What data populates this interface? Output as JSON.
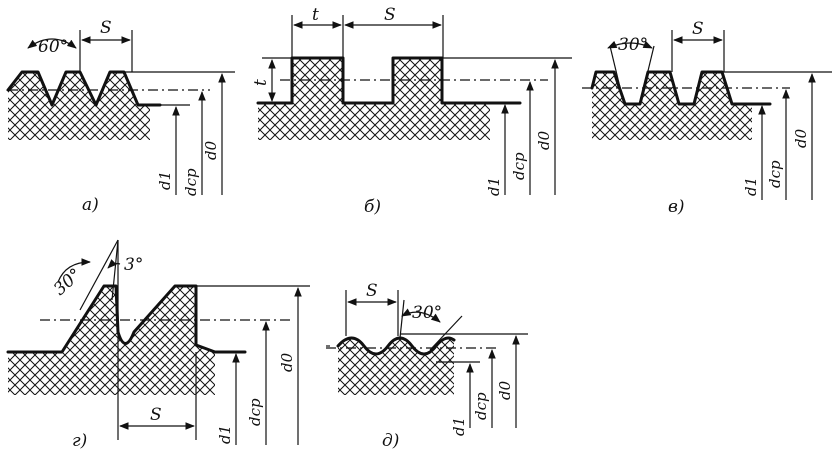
{
  "labels": {
    "pitch": "S",
    "depth": "t",
    "d1": "d1",
    "dcp": "dср",
    "d0": "d0"
  },
  "angles": {
    "a": "60°",
    "v": "30°",
    "g_flank": "30°",
    "g_back": "3°",
    "d": "30°"
  },
  "captions": {
    "a": "а)",
    "b": "б)",
    "v": "в)",
    "g": "г)",
    "d": "д)"
  }
}
